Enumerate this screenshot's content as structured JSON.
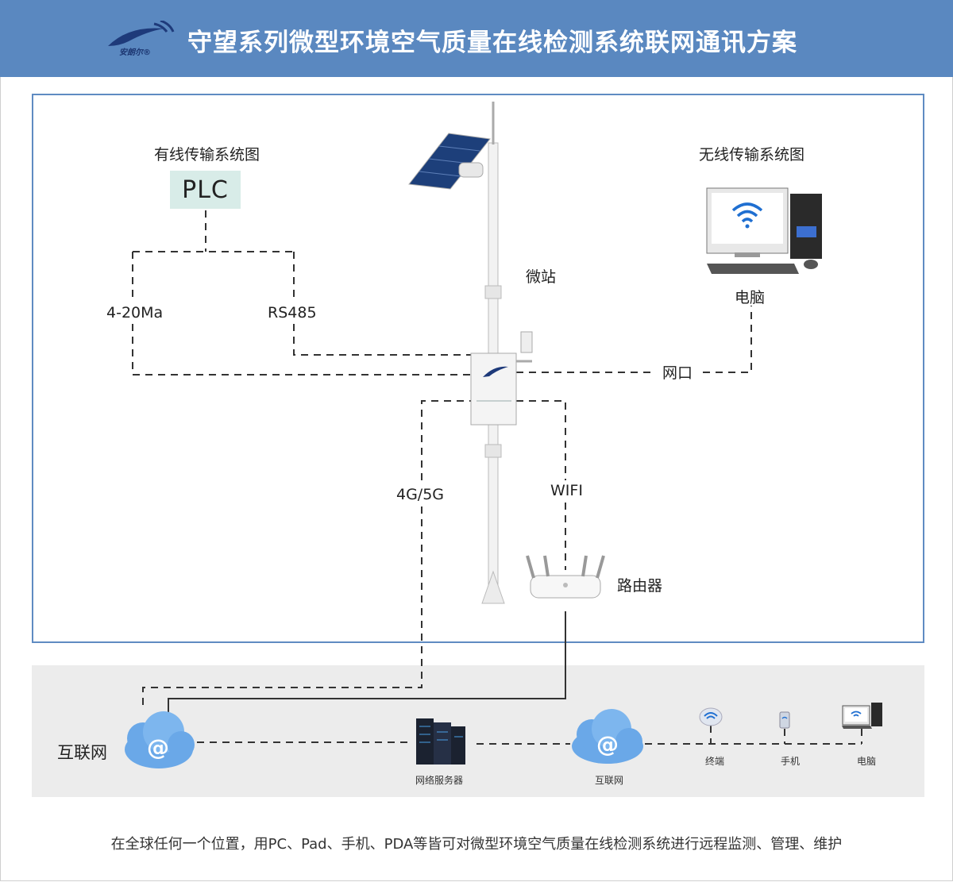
{
  "header": {
    "title": "守望系列微型环境空气质量在线检测系统联网通讯方案",
    "logo_text": "安朗尔®"
  },
  "wired": {
    "title": "有线传输系统图",
    "plc_label": "PLC",
    "line_left_label": "4-20Ma",
    "line_right_label": "RS485"
  },
  "wireless": {
    "title": "无线传输系统图",
    "computer_label": "电脑",
    "network_port_label": "网口"
  },
  "station": {
    "label": "微站",
    "cellular_label": "4G/5G",
    "wifi_label": "WIFI",
    "router_label": "路由器"
  },
  "internet_section": {
    "internet_label": "互联网",
    "server_label": "网络服务器",
    "internet_small_label": "互联网",
    "terminal_label": "终端",
    "phone_label": "手机",
    "pc_label": "电脑"
  },
  "footer": {
    "text": "在全球任何一个位置，用PC、Pad、手机、PDA等皆可对微型环境空气质量在线检测系统进行远程监测、管理、维护"
  },
  "colors": {
    "header_bg": "#5a88c0",
    "frame_border": "#5f8bc2",
    "band_bg": "#ececec",
    "plc_bg": "#d8ece8",
    "wifi_blue": "#1f6fd1"
  }
}
